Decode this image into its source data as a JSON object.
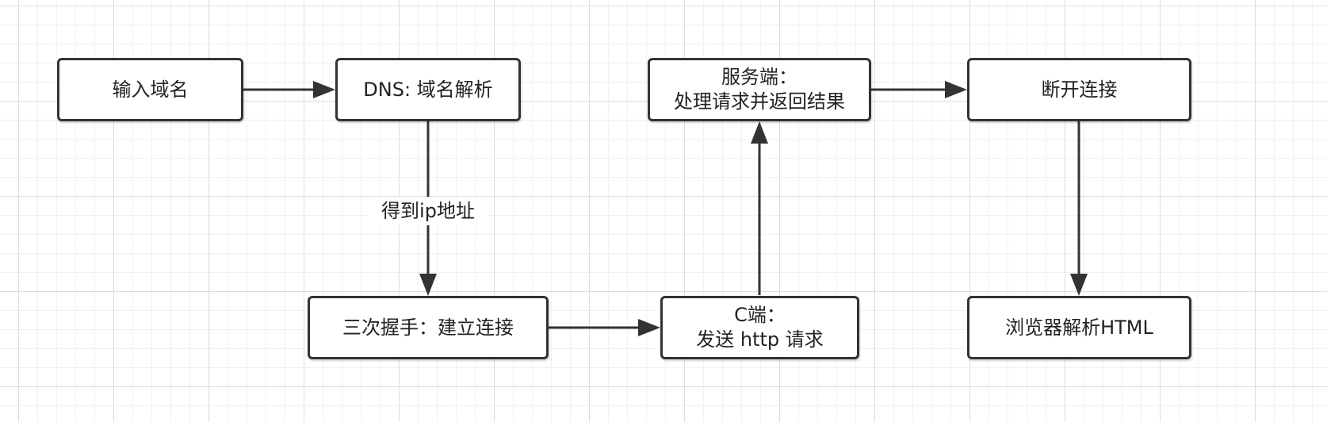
{
  "nodes": {
    "enter_domain": {
      "lines": [
        "输入域名"
      ]
    },
    "dns": {
      "lines": [
        "DNS: 域名解析"
      ]
    },
    "handshake": {
      "lines": [
        "三次握手：建立连接"
      ]
    },
    "client": {
      "lines": [
        "C端：",
        "发送 http 请求"
      ]
    },
    "server": {
      "lines": [
        "服务端：",
        "处理请求并返回结果"
      ]
    },
    "disconnect": {
      "lines": [
        "断开连接"
      ]
    },
    "browser": {
      "lines": [
        "浏览器解析HTML"
      ]
    }
  },
  "edges": {
    "dns_to_handshake": {
      "label": "得到ip地址"
    }
  },
  "colors": {
    "stroke": "#333333",
    "node_fill": "#ffffff",
    "grid_major": "#dcdcdc",
    "grid_minor": "#f1f1f1"
  }
}
